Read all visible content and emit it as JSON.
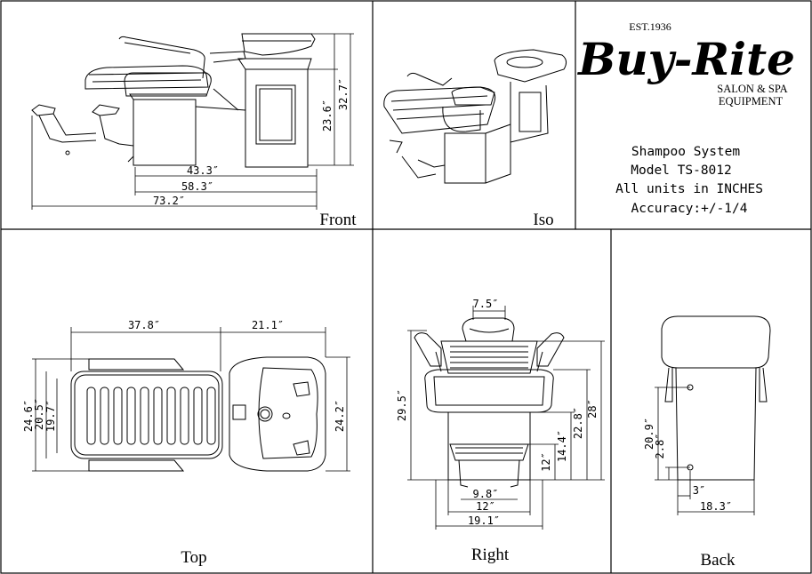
{
  "logo": {
    "established": "EST.1936",
    "brand": "Buy-Rite",
    "tagline_line1": "SALON & SPA",
    "tagline_line2": "EQUIPMENT"
  },
  "specs": {
    "line1": "Shampoo System",
    "line2": "Model TS-8012",
    "line3": "All units in INCHES",
    "line4": "Accuracy:+/-1/4"
  },
  "views": {
    "front": {
      "label": "Front",
      "dims": {
        "overall_length": "73.2″",
        "mid_length": "58.3″",
        "base_length": "43.3″",
        "height_total": "32.7″",
        "height_basin": "23.6″"
      }
    },
    "iso": {
      "label": "Iso"
    },
    "top": {
      "label": "Top",
      "dims": {
        "chair_length": "37.8″",
        "bowl_length": "21.1″",
        "width_outer": "24.6″",
        "width_mid": "20.5″",
        "width_inner": "19.7″",
        "bowl_width": "24.2″"
      }
    },
    "right": {
      "label": "Right",
      "dims": {
        "neck_width": "7.5″",
        "height_total": "29.5″",
        "height_chair": "28″",
        "height_seat": "22.8″",
        "height_cabinet": "14.4″",
        "height_foot": "12″",
        "foot_width": "9.8″",
        "base_width": "12″",
        "total_width": "19.1″"
      }
    },
    "back": {
      "label": "Back",
      "dims": {
        "height": "20.9″",
        "connector_height": "2.8″",
        "offset": "3″",
        "width": "18.3″"
      }
    }
  },
  "colors": {
    "line": "#000000",
    "background": "#ffffff"
  }
}
